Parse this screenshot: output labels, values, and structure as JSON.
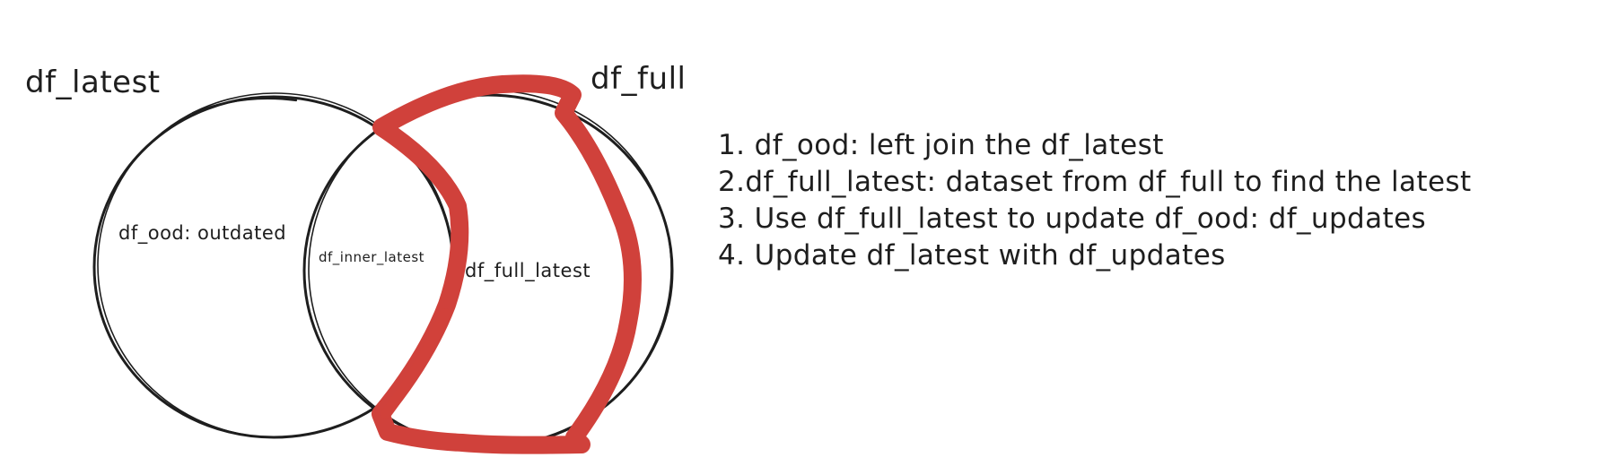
{
  "diagram": {
    "set_left_title": "df_latest",
    "set_right_title": "df_full",
    "region_left_only": "df_ood: outdated",
    "region_intersection": "df_inner_latest",
    "region_right_only": "df_full_latest",
    "highlight_color": "#d0413b",
    "stroke_color": "#1e1e1e"
  },
  "steps": [
    "1. df_ood: left join the df_latest",
    "2.df_full_latest: dataset from df_full to find the latest",
    "3. Use df_full_latest to update df_ood: df_updates",
    "4. Update df_latest with df_updates"
  ]
}
